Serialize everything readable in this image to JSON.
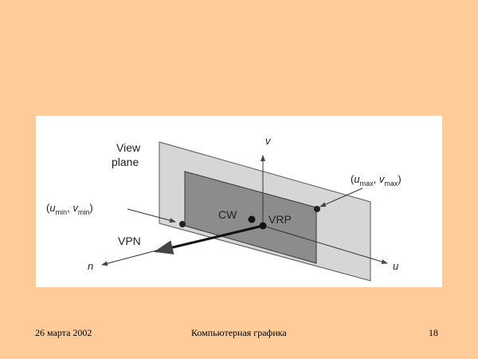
{
  "diagram": {
    "view_plane_label_1": "View",
    "view_plane_label_2": "plane",
    "v_axis": "v",
    "u_axis": "u",
    "n_axis": "n",
    "vpn": "VPN",
    "vrp": "VRP",
    "cw": "CW",
    "umin_label": {
      "open": "(",
      "u": "u",
      "u_sub": "min",
      "sep": ", ",
      "v": "v",
      "v_sub": "min",
      "close": ")"
    },
    "umax_label": {
      "open": "(",
      "u": "u",
      "u_sub": "max",
      "sep": ", ",
      "v": "v",
      "v_sub": "max",
      "close": ")"
    }
  },
  "footer": {
    "date": "26 марта 2002",
    "title": "Компьютерная графика",
    "page": "18"
  }
}
